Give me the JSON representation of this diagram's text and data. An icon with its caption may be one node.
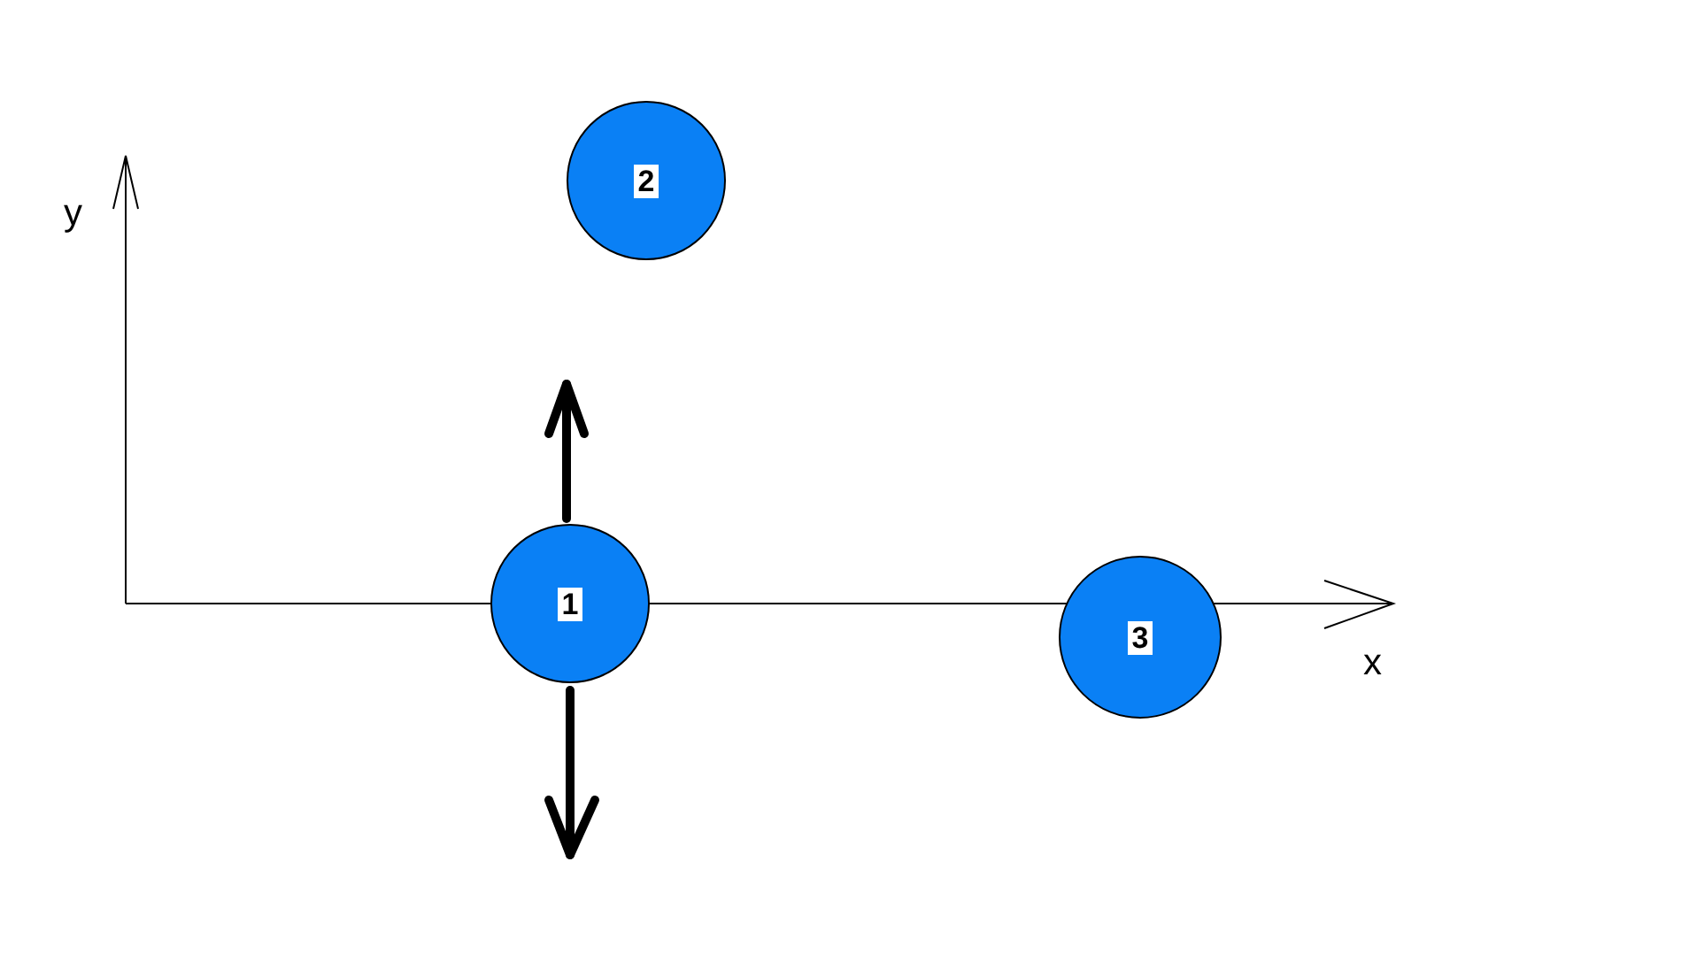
{
  "diagram": {
    "nodes": [
      {
        "text": [
          "2"
        ]
      },
      {
        "text": [
          "1"
        ]
      },
      {
        "text": [
          "3"
        ]
      }
    ],
    "labels": [
      "y",
      "x"
    ]
  }
}
